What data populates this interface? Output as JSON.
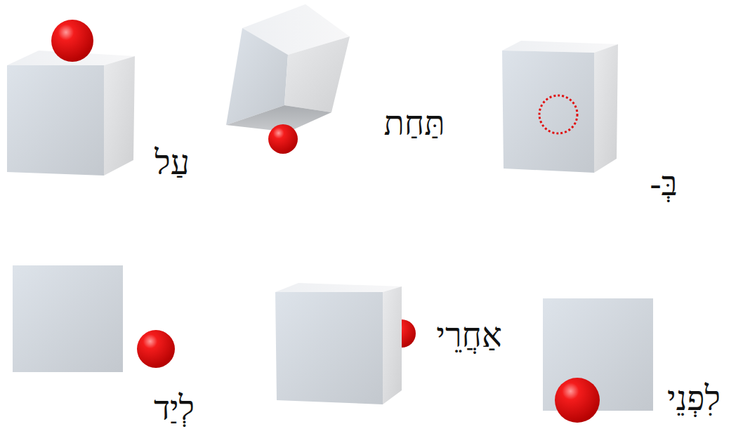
{
  "diagram": {
    "labels": [
      "עַל",
      "תַּחַת",
      "בְּ-",
      "לְיַד",
      "אַחֲרֵי",
      "לִפְנֵי"
    ]
  }
}
